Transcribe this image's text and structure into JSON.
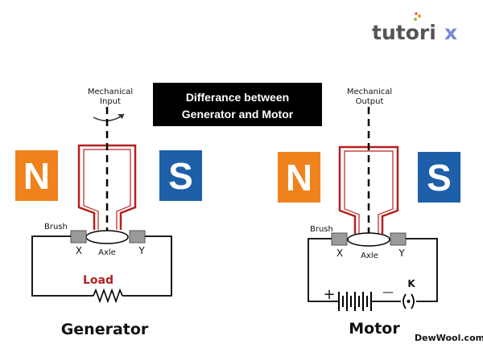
{
  "logo": {
    "text": "tutori",
    "ix_mark": "x"
  },
  "title_box": {
    "line1": "Differance between",
    "line2": "Generator and Motor"
  },
  "colors": {
    "north": "#F0821E",
    "south": "#1E5FAA",
    "coil": "#B5201E",
    "brush": "#9A9A9A",
    "title_bg": "#000000",
    "load_label": "#B5201E",
    "logo": "#555555"
  },
  "generator": {
    "mechanical_line1": "Mechanical",
    "mechanical_line2": "Input",
    "north_letter": "N",
    "south_letter": "S",
    "brush_label": "Brush",
    "terminal_x": "X",
    "terminal_y": "Y",
    "axle_label": "Axle",
    "load_label": "Load",
    "caption": "Generator"
  },
  "motor": {
    "mechanical_line1": "Mechanical",
    "mechanical_line2": "Output",
    "north_letter": "N",
    "south_letter": "S",
    "brush_label": "Brush",
    "terminal_x": "X",
    "terminal_y": "Y",
    "axle_label": "Axle",
    "plus_sign": "+",
    "minus_sign": "—",
    "switch_label": "K",
    "caption": "Motor"
  },
  "watermark": "DewWool.com"
}
